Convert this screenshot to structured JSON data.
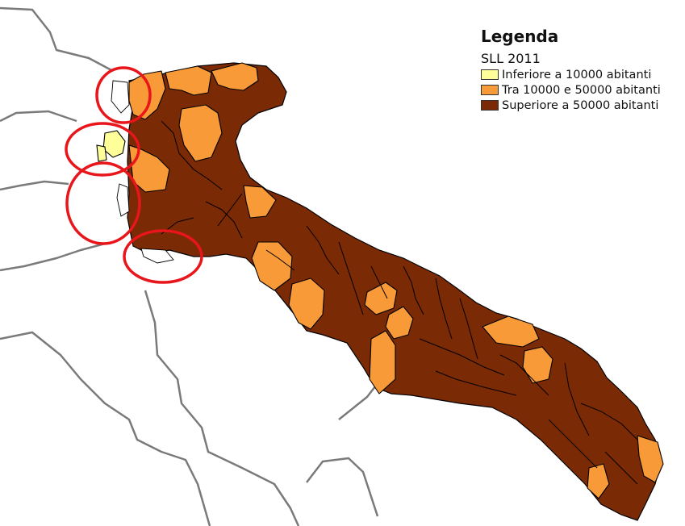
{
  "legend": {
    "title": "Legenda",
    "subtitle": "SLL 2011",
    "items": [
      {
        "label": "Inferiore a 10000 abitanti",
        "color": "#ffff99"
      },
      {
        "label": "Tra 10000 e 50000 abitanti",
        "color": "#f89a38"
      },
      {
        "label": "Superiore a 50000 abitanti",
        "color": "#7b2a06"
      }
    ]
  },
  "colors": {
    "small": "#ffff99",
    "medium": "#f89a38",
    "large": "#7b2a06",
    "region_border": "#777777",
    "highlight_circle": "#e8151b"
  }
}
